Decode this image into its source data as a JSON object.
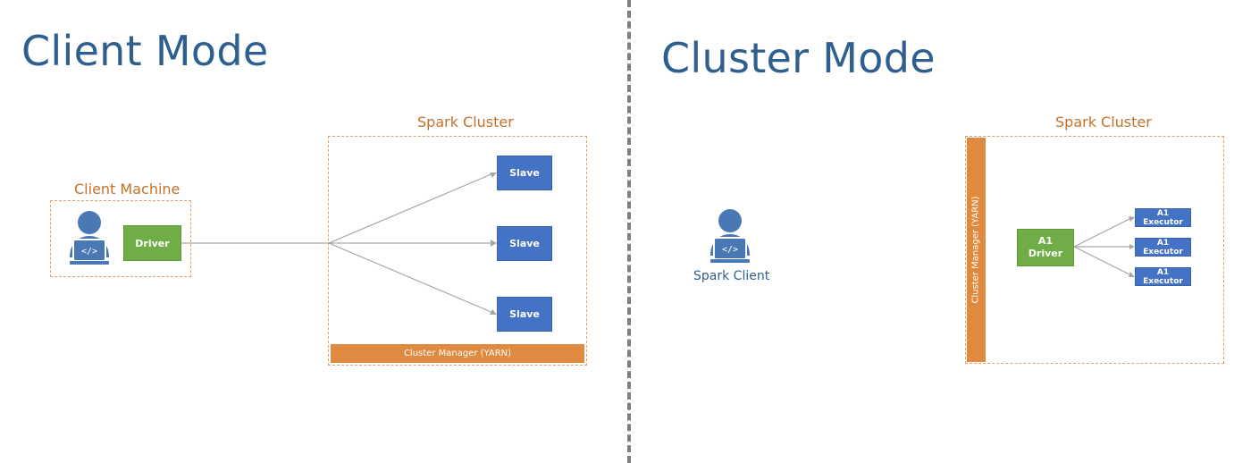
{
  "client_mode": {
    "title": "Client Mode",
    "client_machine_label": "Client Machine",
    "driver_label": "Driver",
    "spark_cluster_label": "Spark Cluster",
    "slaves": [
      "Slave",
      "Slave",
      "Slave"
    ],
    "cluster_manager_label": "Cluster Manager (YARN)"
  },
  "cluster_mode": {
    "title": "Cluster Mode",
    "spark_client_label": "Spark Client",
    "spark_cluster_label": "Spark Cluster",
    "cluster_manager_label": "Cluster Manager (YARN)",
    "driver_label_line1": "A1",
    "driver_label_line2": "Driver",
    "executors": [
      "A1 Executor",
      "A1 Executor",
      "A1 Executor"
    ]
  },
  "colors": {
    "title": "#2f5f8f",
    "accent_orange": "#e08a3f",
    "label_orange": "#c5712a",
    "slave_blue": "#4472c4",
    "driver_green": "#70ad47",
    "user_icon": "#4a78b5"
  },
  "icons": {
    "user_icon": "developer-user-with-laptop-code"
  }
}
